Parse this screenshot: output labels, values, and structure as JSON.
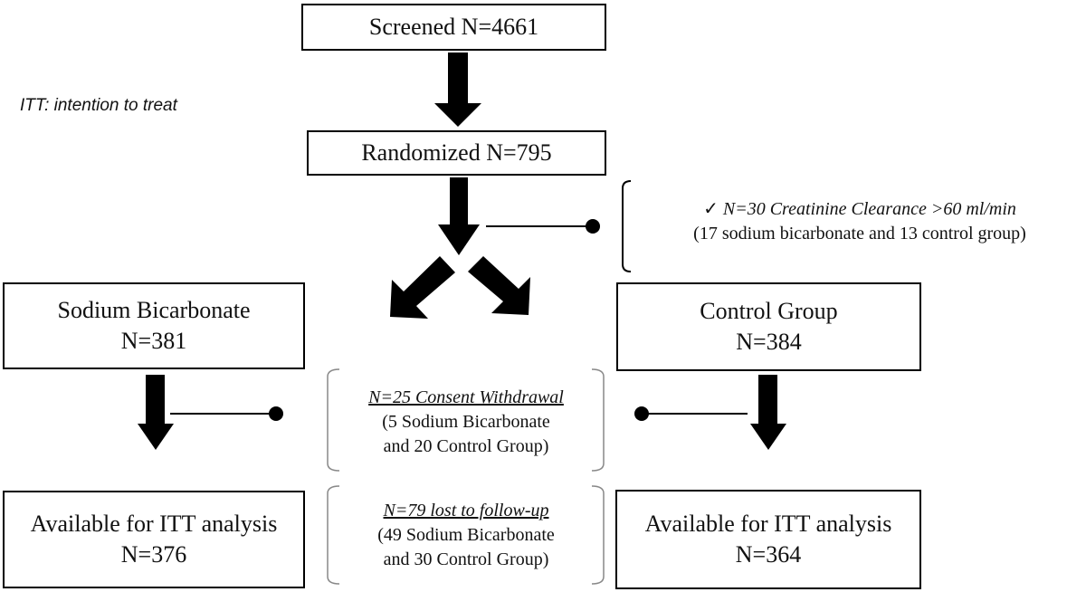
{
  "legend": "ITT: intention to treat",
  "screened": {
    "label": "Screened N=4661"
  },
  "randomized": {
    "label": "Randomized N=795"
  },
  "exclusion": {
    "check": "✓",
    "head": "N=30 Creatinine Clearance >60 ml/min",
    "detail": "(17 sodium bicarbonate and 13 control group)"
  },
  "arm_left": {
    "name": "Sodium Bicarbonate",
    "n": "N=381"
  },
  "arm_right": {
    "name": "Control Group",
    "n": "N=384"
  },
  "withdrawal": {
    "head": "N=25 Consent Withdrawal",
    "line1": "(5 Sodium Bicarbonate",
    "line2": "and  20 Control Group)"
  },
  "lost": {
    "head": "N=79 lost to follow-up",
    "line1": "(49 Sodium Bicarbonate",
    "line2": "and  30 Control Group)"
  },
  "final_left": {
    "name": "Available for ITT analysis",
    "n": "N=376"
  },
  "final_right": {
    "name": "Available for ITT analysis",
    "n": "N=364"
  }
}
